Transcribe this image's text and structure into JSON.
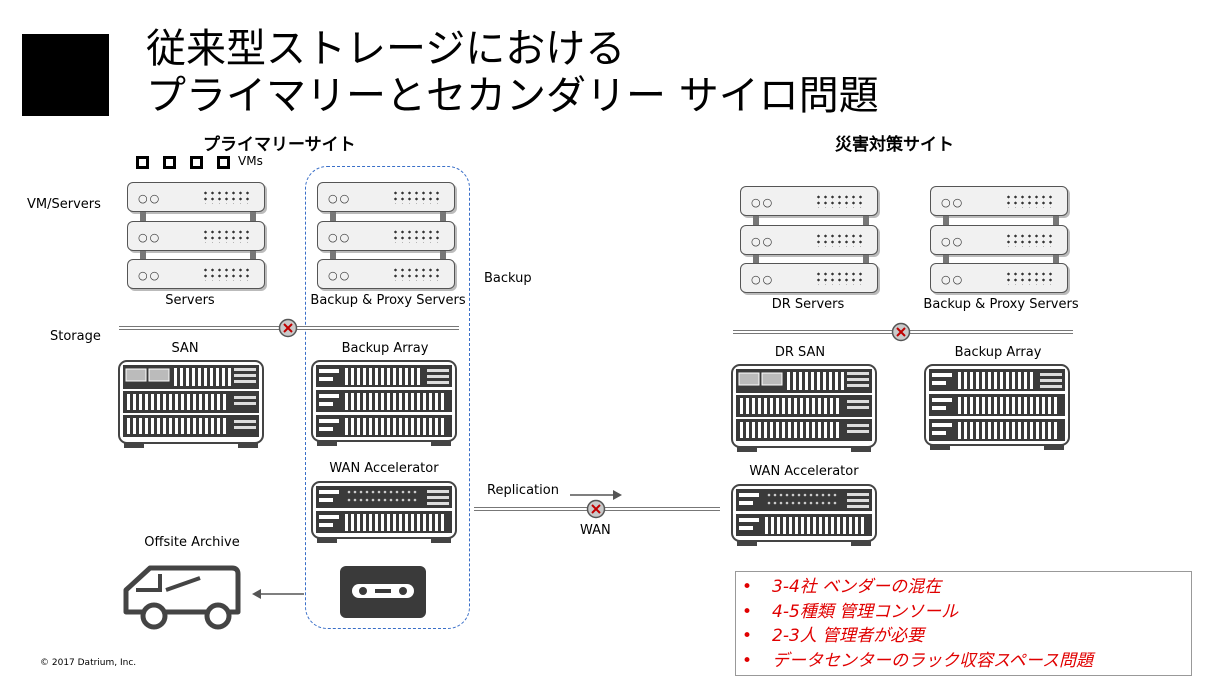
{
  "title": {
    "line1": "従来型ストレージにおける",
    "line2": "プライマリーとセカンダリー サイロ問題"
  },
  "primary_site": {
    "heading": "プライマリーサイト",
    "vms_label": "VMs",
    "vm_servers_label": "VM/Servers",
    "servers_label": "Servers",
    "backup_proxy_label": "Backup & Proxy Servers",
    "storage_label": "Storage",
    "san_label": "SAN",
    "backup_array_label": "Backup Array",
    "wan_accelerator_label": "WAN Accelerator",
    "backup_label": "Backup",
    "offsite_archive_label": "Offsite Archive"
  },
  "replication": {
    "replication_label": "Replication",
    "wan_label": "WAN"
  },
  "dr_site": {
    "heading": "災害対策サイト",
    "dr_servers_label": "DR Servers",
    "backup_proxy_label": "Backup & Proxy Servers",
    "dr_san_label": "DR SAN",
    "backup_array_label": "Backup Array",
    "wan_accelerator_label": "WAN Accelerator"
  },
  "issues": {
    "bullet": "•",
    "items": [
      "3-4社 ベンダーの混在",
      "4-5種類 管理コンソール",
      "2-3人 管理者が必要",
      "データセンターのラック収容スペース問題"
    ],
    "color": "#e00000"
  },
  "footer": "© 2017 Datrium, Inc."
}
